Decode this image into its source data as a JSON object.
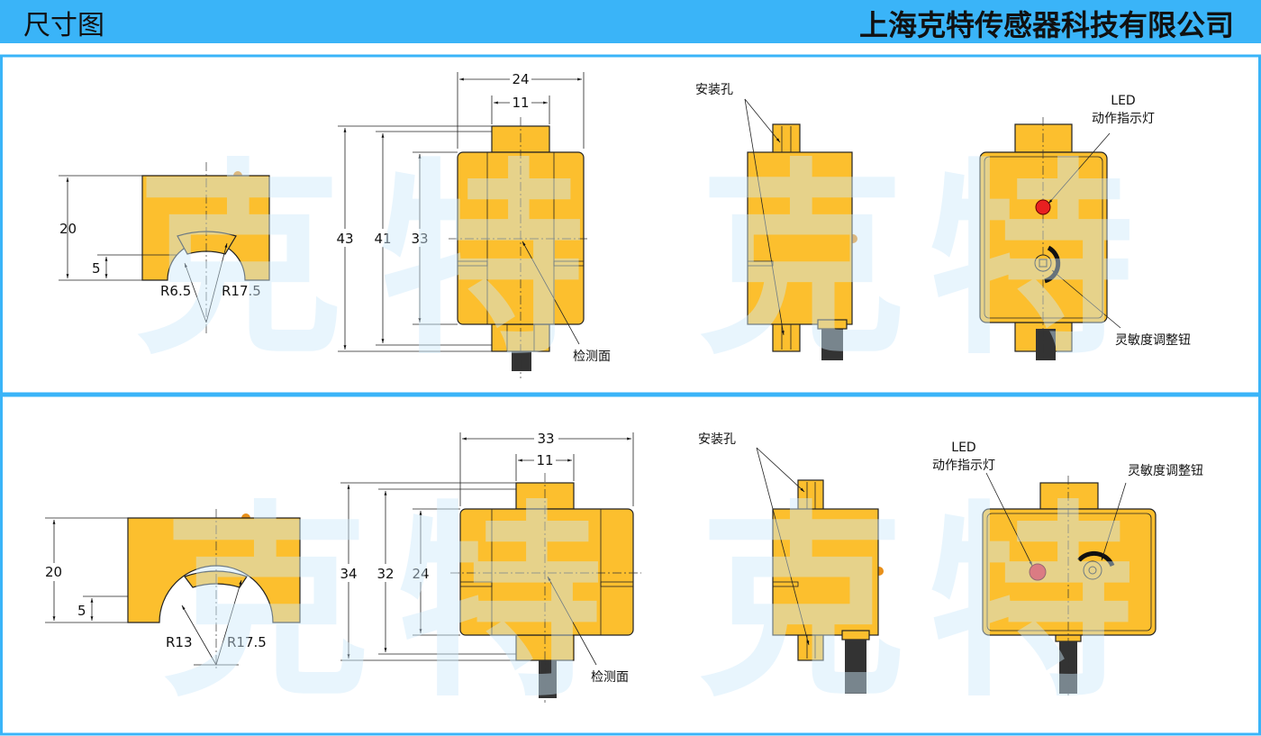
{
  "header": {
    "title": "尺寸图",
    "company": "上海克特传感器科技有限公司"
  },
  "colors": {
    "header": "#3ab4f8",
    "body": "#fcbf2e",
    "led": "#e82020"
  },
  "watermark": [
    "克",
    "特"
  ],
  "panel1": {
    "front": {
      "d20": "20",
      "d5": "5",
      "r_in": "R6.5",
      "r_out": "R17.5"
    },
    "main": {
      "w": "24",
      "w_tab": "11",
      "h_total": "43",
      "h_mid": "41",
      "h_body": "33",
      "sense": "检测面"
    },
    "side": {
      "holes": "安装孔"
    },
    "back": {
      "led": "LED",
      "led_desc": "动作指示灯",
      "knob": "灵敏度调整钮"
    }
  },
  "panel2": {
    "front": {
      "d20": "20",
      "d5": "5",
      "r_in": "R13",
      "r_out": "R17.5"
    },
    "main": {
      "w": "33",
      "w_tab": "11",
      "h_total": "34",
      "h_mid": "32",
      "h_body": "24",
      "sense": "检测面"
    },
    "side": {
      "holes": "安装孔"
    },
    "back": {
      "led": "LED",
      "led_desc": "动作指示灯",
      "knob": "灵敏度调整钮"
    }
  }
}
